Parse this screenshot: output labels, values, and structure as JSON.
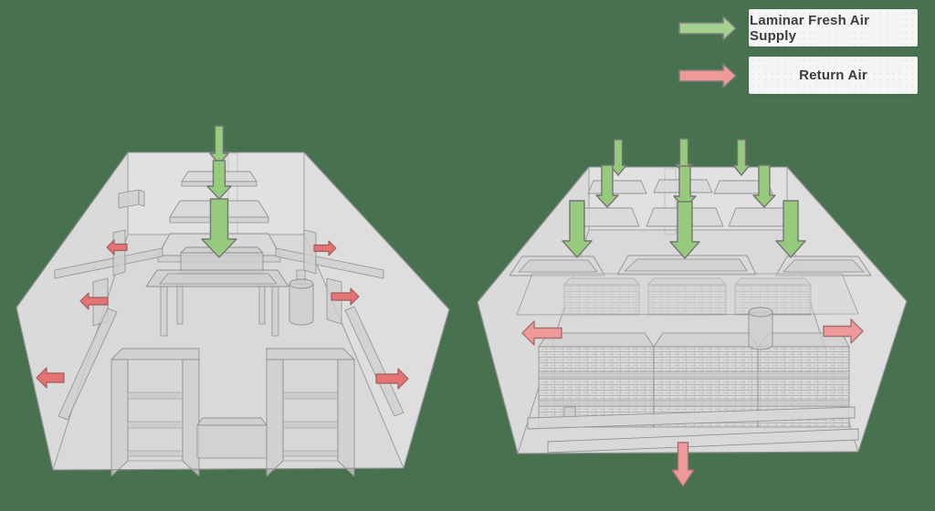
{
  "legend": {
    "items": [
      {
        "id": "fresh-air",
        "label": "Laminar Fresh Air Supply",
        "arrow_color": "#a5d18e",
        "direction": "right"
      },
      {
        "id": "return-air",
        "label": "Return Air",
        "arrow_color": "#ef9a9a",
        "direction": "right"
      }
    ]
  },
  "colors": {
    "background": "#47714f",
    "fresh_air_arrow": "#96cb7e",
    "return_air_arrow": "#ef9a9a",
    "return_air_arrow_small": "#e57373",
    "room_fill": "#e0e0e0",
    "room_edge": "#9f9f9f",
    "legend_box_bg": "#f6f6f6",
    "legend_text": "#3d3d3d"
  },
  "left_diagram": {
    "fresh_air_arrows": 3,
    "return_air_wall_arrows": 6
  },
  "right_diagram": {
    "fresh_air_arrows": 9,
    "return_air_wall_arrows": 2,
    "return_air_floor_arrows": 1
  }
}
